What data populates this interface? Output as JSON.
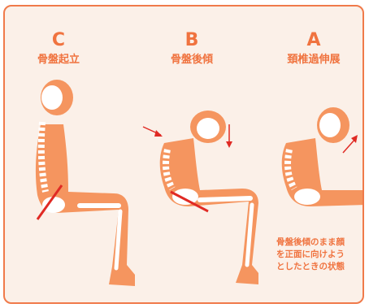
{
  "postures": [
    {
      "letter": "C",
      "label": "骨盤起立"
    },
    {
      "letter": "B",
      "label": "骨盤後傾"
    },
    {
      "letter": "A",
      "label": "頚椎過伸展"
    }
  ],
  "note": [
    "骨盤後傾のまま顔",
    "を正面に向けよう",
    "としたときの状態"
  ],
  "colors": {
    "accent": "#f0733f",
    "body": "#f5955f",
    "bone": "#ffffff",
    "bg": "#fbf0e8",
    "pelvis_line": "#e02a24"
  }
}
